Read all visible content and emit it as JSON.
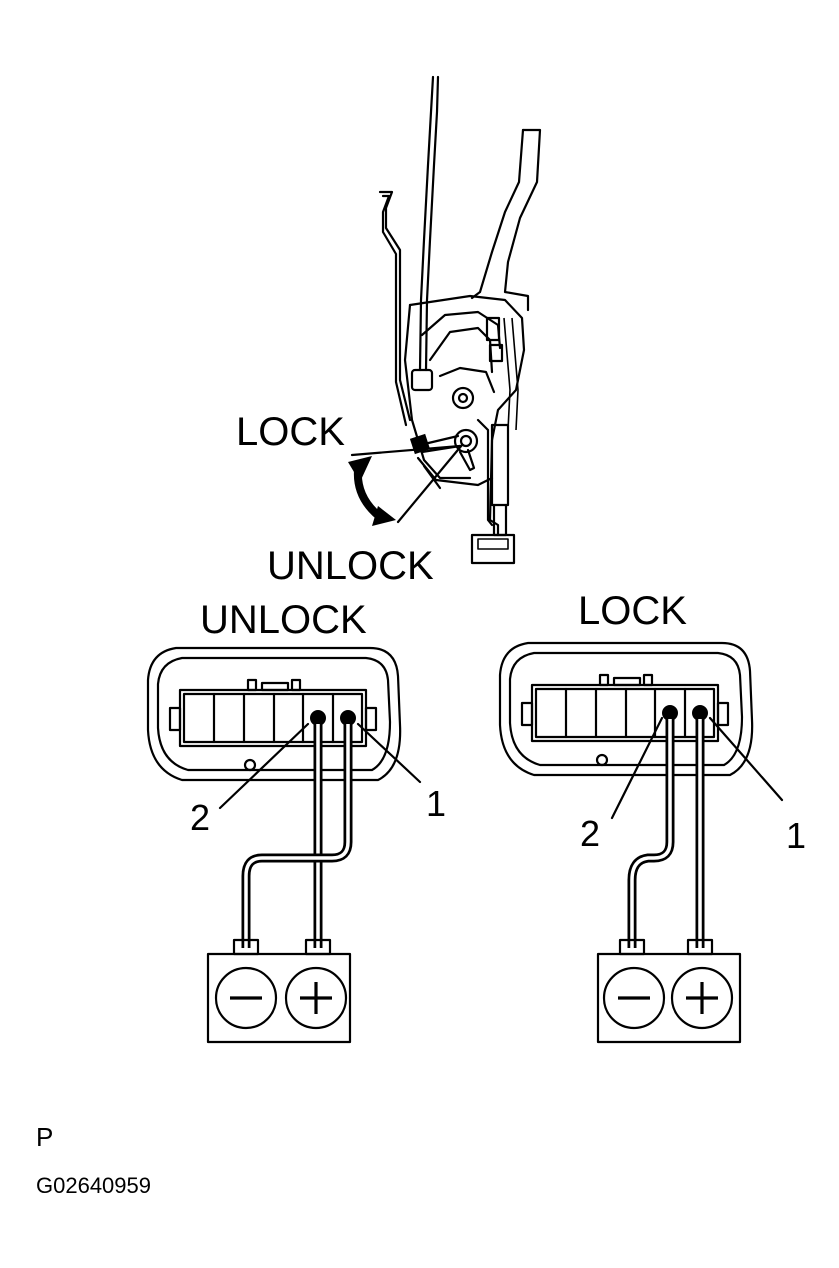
{
  "actuator": {
    "lock_label": "LOCK",
    "unlock_label": "UNLOCK"
  },
  "panels": [
    {
      "state_label": "UNLOCK",
      "terminal_2_label": "2",
      "terminal_1_label": "1",
      "battery": {
        "negative_symbol": "minus",
        "positive_symbol": "plus"
      }
    },
    {
      "state_label": "LOCK",
      "terminal_2_label": "2",
      "terminal_1_label": "1",
      "battery": {
        "negative_symbol": "minus",
        "positive_symbol": "plus"
      }
    }
  ],
  "footer": {
    "page_mark": "P",
    "figure_code": "G02640959"
  }
}
